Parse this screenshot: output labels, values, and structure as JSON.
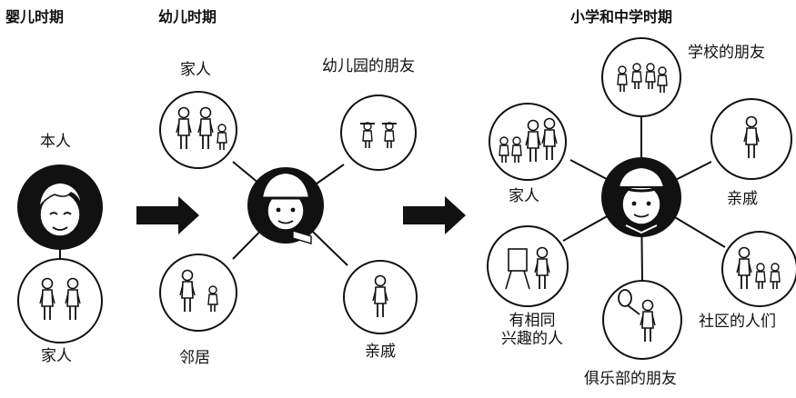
{
  "stages": {
    "infancy": {
      "title": "婴儿时期",
      "self_label": "本人",
      "family_label": "家人"
    },
    "early_childhood": {
      "title": "幼儿时期",
      "family_label": "家人",
      "kindergarten_friends_label": "幼儿园的朋友",
      "neighbors_label": "邻居",
      "relatives_label": "亲戚"
    },
    "school_age": {
      "title": "小学和中学时期",
      "school_friends_label": "学校的朋友",
      "family_label": "家人",
      "relatives_label": "亲戚",
      "same_interest_label": "有相同\n兴趣的人",
      "community_label": "社区的人们",
      "club_friends_label": "俱乐部的朋友"
    }
  },
  "icons": {
    "stage1_self": "baby-face-icon",
    "stage1_family": "parents-icon",
    "stage2_center": "child-with-hat-icon",
    "stage3_center": "student-with-cap-icon",
    "arrow": "right-arrow-icon"
  },
  "colors": {
    "ink": "#111111",
    "fill_dark": "#111111",
    "paper": "#ffffff"
  }
}
